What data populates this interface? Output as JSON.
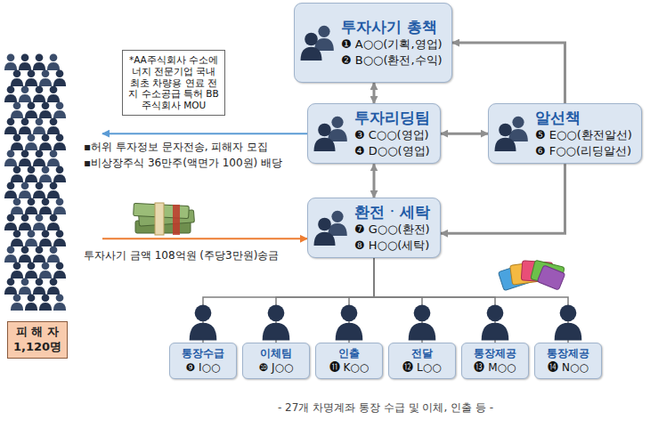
{
  "diagram": {
    "caption": "- 27개 차명계좌 통장 수급 및 이체, 인출 등 -",
    "nodes": [
      {
        "text": [
          "투자사기 총책",
          "❶ A○○(기획,영업)",
          "❷ B○○(환전,수익)"
        ]
      },
      {
        "text": [
          "*AA주식회사 수소에너지 전문기업 국내최초 차량용 연료 전지 수소공급 특허 BB주식회사 MOU"
        ]
      },
      {
        "text": [
          "투자리딩팀",
          "❸ C○○(영업)",
          "❹ D○○(영업)"
        ]
      },
      {
        "text": [
          "알선책",
          "❺ E○○(환전알선)",
          "❻ F○○(리딩알선)"
        ]
      },
      {
        "text": [
          "환전ㆍ세탁",
          "❼ G○○(환전)",
          "❽ H○○(세탁)"
        ]
      },
      {
        "text": [
          "피 해 자 1,120명"
        ]
      },
      {
        "text": [
          "통장수급",
          "❾ I○○"
        ]
      },
      {
        "text": [
          "이체팀",
          "❿ J○○"
        ]
      },
      {
        "text": [
          "인출",
          "⓫ K○○"
        ]
      },
      {
        "text": [
          "전달",
          "⓬ L○○"
        ]
      },
      {
        "text": [
          "통장제공",
          "⓭ M○○"
        ]
      },
      {
        "text": [
          "통장제공",
          "⓮ N○○"
        ]
      }
    ],
    "edges": [
      {
        "from": 0,
        "to": 2,
        "arrow": "both"
      },
      {
        "from": 2,
        "to": 3,
        "arrow": "both"
      },
      {
        "from": 2,
        "to": 4,
        "arrow": "both"
      },
      {
        "from": 3,
        "to": 0,
        "arrow": "to"
      },
      {
        "from": 3,
        "to": 4,
        "arrow": "to"
      },
      {
        "from": 2,
        "to": 5,
        "arrow": "to"
      },
      {
        "from": 5,
        "to": 4,
        "label": "투자사기 금액 108억원 (주당3만원)송금",
        "arrow": "to"
      },
      {
        "from": 4,
        "to": 6,
        "arrow": "none"
      },
      {
        "from": 4,
        "to": 7,
        "arrow": "none"
      },
      {
        "from": 4,
        "to": 8,
        "arrow": "none"
      },
      {
        "from": 4,
        "to": 9,
        "arrow": "none"
      },
      {
        "from": 4,
        "to": 10,
        "arrow": "none"
      },
      {
        "from": 4,
        "to": 11,
        "arrow": "none"
      }
    ],
    "labels": [
      "▪허위 투자정보 문자전송, 피해자 모집",
      "▪비상장주식 36만주(액면가 100원) 배당"
    ]
  }
}
